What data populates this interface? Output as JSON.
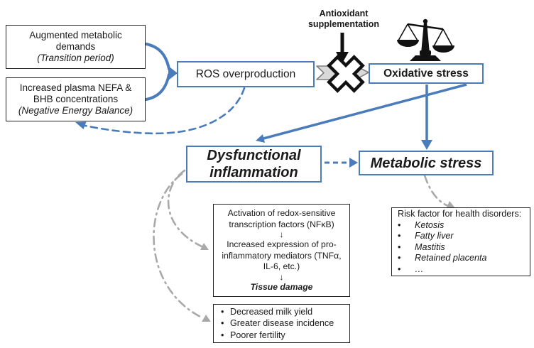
{
  "figure": {
    "description_domain": "oxidative stress pathway diagram"
  },
  "colors": {
    "accent_blue": "#4a7cbb",
    "arrow_gray": "#a9a9a9",
    "block_arrow_fill": "#d9d9d9",
    "block_arrow_stroke": "#808080",
    "text": "#1a1a1a",
    "box_border_black": "#222222",
    "background": "#ffffff"
  },
  "icons": {
    "balance_scale": "⚖",
    "blocked_cross": "✕",
    "down_arrow_black": "↓"
  },
  "nodes": {
    "augmented_demands": {
      "lines": [
        "Augmented metabolic",
        "demands"
      ],
      "subtext": "(Transition period)"
    },
    "nefa_bhb": {
      "lines": [
        "Increased plasma NEFA &",
        "BHB concentrations"
      ],
      "subtext": "(Negative Energy Balance)"
    },
    "ros": {
      "label": "ROS overproduction"
    },
    "antioxidant": {
      "lines": [
        "Antioxidant",
        "supplementation"
      ]
    },
    "oxidative": {
      "label": "Oxidative stress"
    },
    "dysfunctional": {
      "lines": [
        "Dysfunctional",
        "inflammation"
      ]
    },
    "metabolic": {
      "label": "Metabolic stress"
    },
    "nfkb_cascade": {
      "step1_lines": [
        "Activation of redox-sensitive",
        "transcription factors (NFκB)"
      ],
      "down_arrow": "↓",
      "step2_lines": [
        "Increased expression of pro-",
        "inflammatory mediators (TNFα,",
        "IL-6, etc.)"
      ],
      "step3": "Tissue damage"
    },
    "outcomes": {
      "bullet": "•",
      "items": [
        "Decreased milk yield",
        "Greater disease incidence",
        "Poorer fertility"
      ]
    },
    "risks": {
      "title": "Risk factor for health disorders:",
      "bullet": "•",
      "items": [
        "Ketosis",
        "Fatty liver",
        "Mastitis",
        "Retained placenta",
        "…"
      ]
    }
  }
}
